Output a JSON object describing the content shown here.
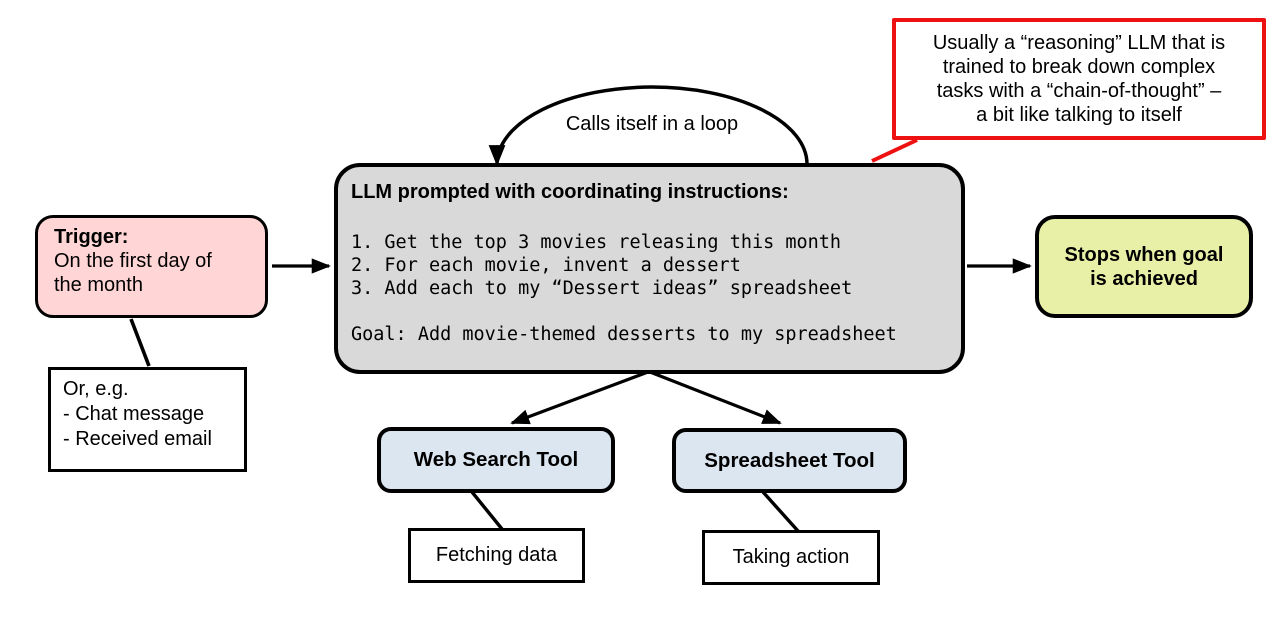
{
  "diagram": {
    "loop_label": "Calls itself in a loop",
    "callout": {
      "lines": [
        "Usually a “reasoning” LLM that is",
        "trained to break down complex",
        "tasks with a “chain-of-thought” –",
        "a bit like talking to itself"
      ],
      "border_color": "#ee1111"
    },
    "trigger": {
      "title": "Trigger:",
      "lines": [
        "On the first day of",
        "the month"
      ],
      "fill_color": "#ffd5d5"
    },
    "alt_triggers": {
      "lines": [
        "Or, e.g.",
        "- Chat message",
        "- Received email"
      ]
    },
    "llm": {
      "title": "LLM prompted with coordinating instructions:",
      "instructions": "1. Get the top 3 movies releasing this month\n2. For each movie, invent a dessert\n3. Add each to my “Dessert ideas” spreadsheet\n\nGoal: Add movie-themed desserts to my spreadsheet",
      "fill_color": "#d9d9d9"
    },
    "stop": {
      "lines": [
        "Stops when goal",
        "is achieved"
      ],
      "fill_color": "#e8efa6"
    },
    "tools": [
      {
        "label": "Web Search Tool",
        "note": "Fetching data"
      },
      {
        "label": "Spreadsheet Tool",
        "note": "Taking action"
      }
    ],
    "tool_fill_color": "#dce6f1"
  }
}
